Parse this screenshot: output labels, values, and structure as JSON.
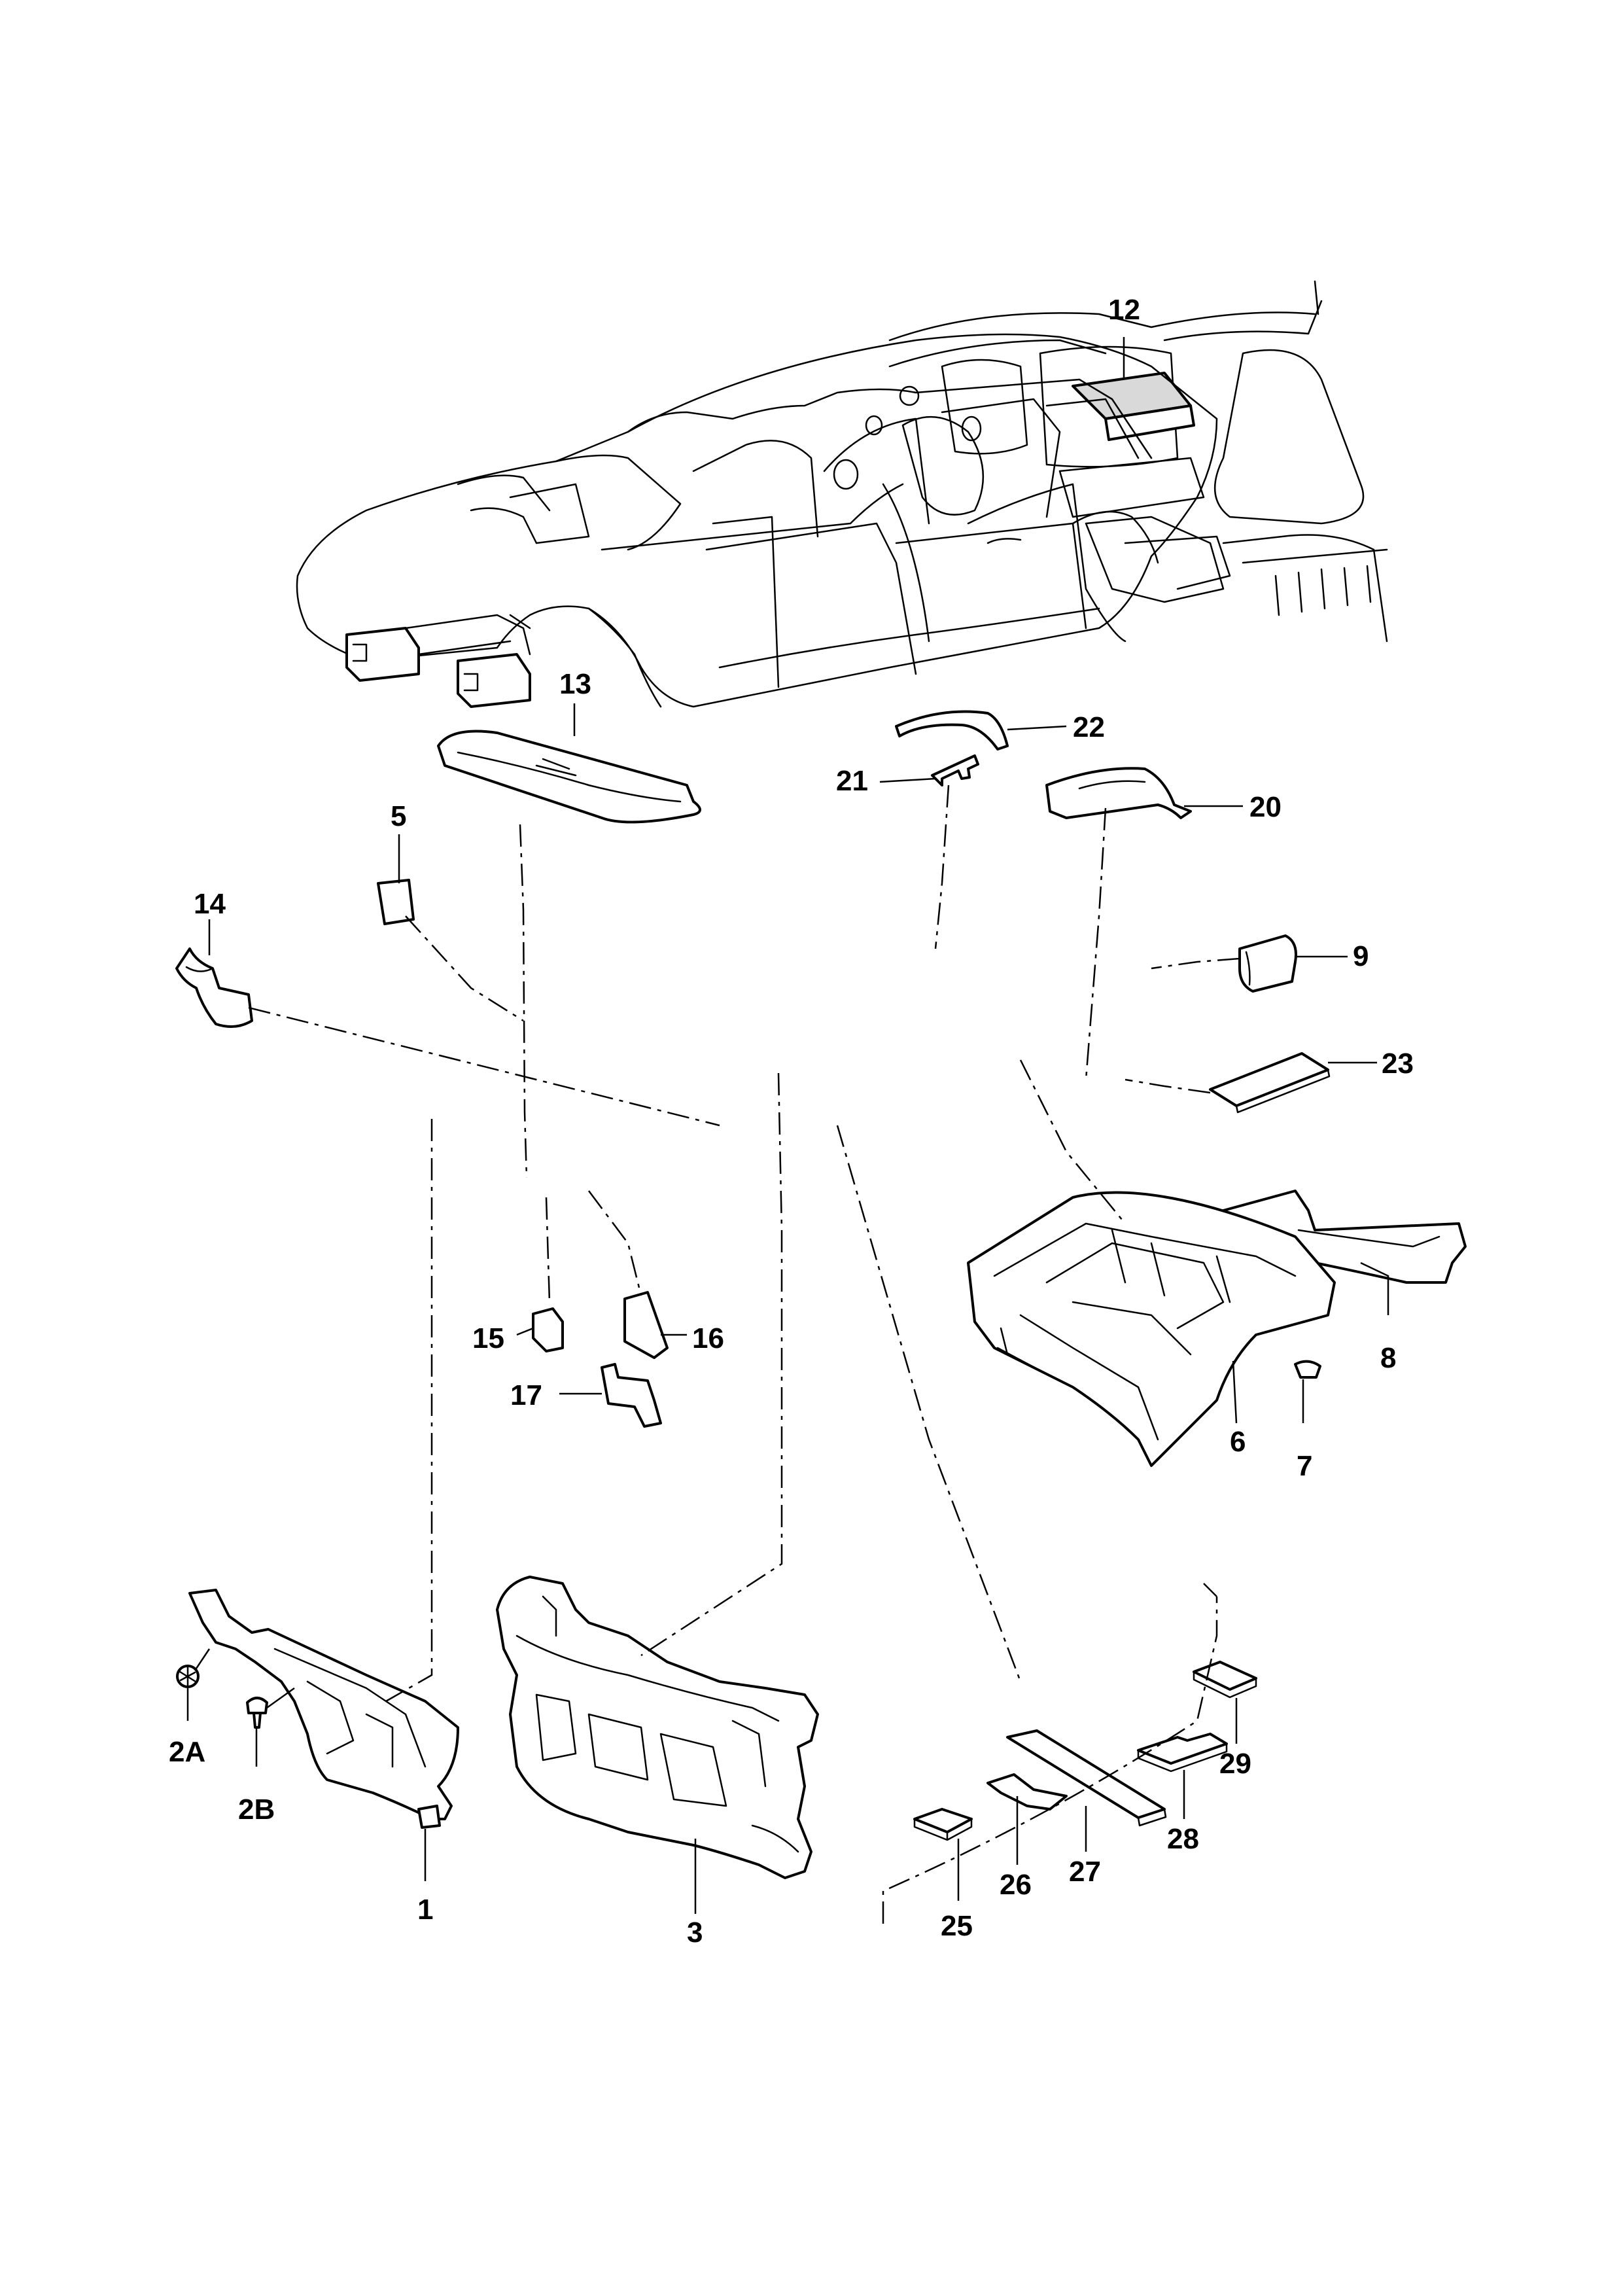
{
  "callouts": {
    "c1": "1",
    "c2a": "2A",
    "c2b": "2B",
    "c3": "3",
    "c5": "5",
    "c6": "6",
    "c7": "7",
    "c8": "8",
    "c9": "9",
    "c12": "12",
    "c13": "13",
    "c14": "14",
    "c15": "15",
    "c16": "16",
    "c17": "17",
    "c20": "20",
    "c21": "21",
    "c22": "22",
    "c23": "23",
    "c25": "25",
    "c26": "26",
    "c27": "27",
    "c28": "28",
    "c29": "29"
  },
  "colors": {
    "line": "#000000",
    "background": "#ffffff",
    "shading": "#d9d9d9"
  }
}
